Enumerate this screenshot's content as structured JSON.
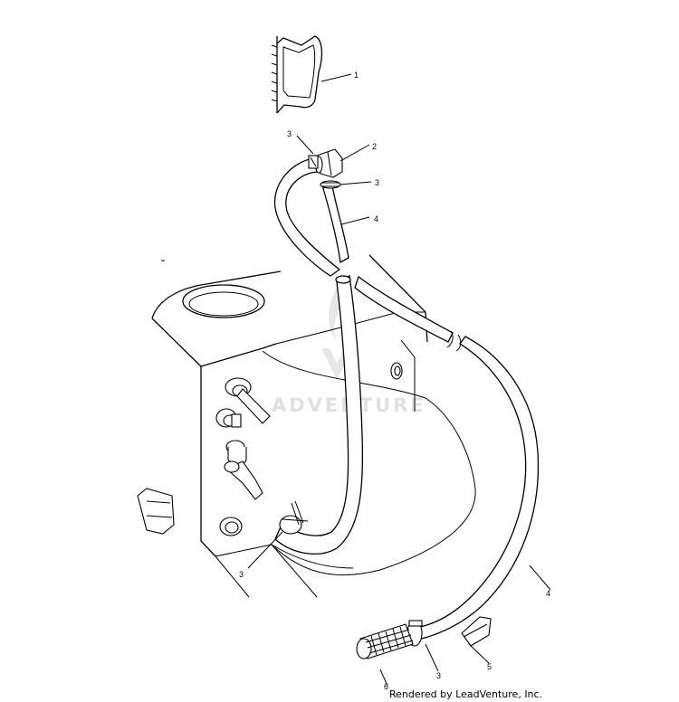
{
  "watermark": {
    "text": "ADVENTURE"
  },
  "credit": {
    "text": "Rendered by LeadVenture, Inc."
  },
  "callouts": [
    {
      "id": "c1",
      "label": "1"
    },
    {
      "id": "c2",
      "label": "2"
    },
    {
      "id": "c3a",
      "label": "3"
    },
    {
      "id": "c3b",
      "label": "3"
    },
    {
      "id": "c4a",
      "label": "4"
    },
    {
      "id": "c3c",
      "label": "3"
    },
    {
      "id": "c4b",
      "label": "4"
    },
    {
      "id": "c5",
      "label": "5"
    },
    {
      "id": "c3d",
      "label": "3"
    },
    {
      "id": "c6",
      "label": "6"
    }
  ]
}
